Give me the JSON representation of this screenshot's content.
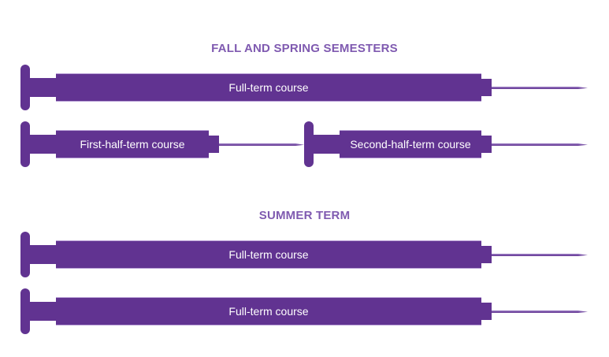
{
  "colors": {
    "syringe": "#613391",
    "heading": "#7f5ab0",
    "label": "#ffffff"
  },
  "sections": [
    {
      "heading": "FALL AND SPRING SEMESTERS",
      "rows": [
        [
          {
            "label": "Full-term course",
            "span": "full"
          }
        ],
        [
          {
            "label": "First-half-term course",
            "span": "first-half"
          },
          {
            "label": "Second-half-term course",
            "span": "second-half"
          }
        ]
      ]
    },
    {
      "heading": "SUMMER TERM",
      "rows": [
        [
          {
            "label": "Full-term course",
            "span": "full"
          }
        ],
        [
          {
            "label": "Full-term course",
            "span": "full"
          }
        ]
      ]
    }
  ]
}
